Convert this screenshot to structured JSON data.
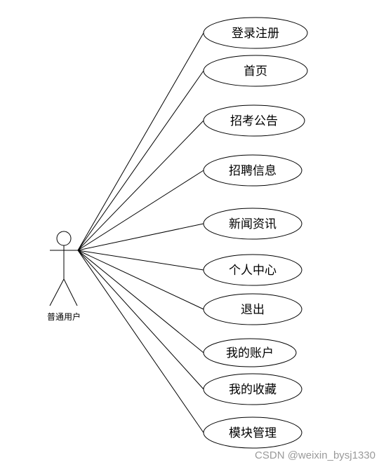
{
  "actor": {
    "label": "普通用户"
  },
  "use_cases": [
    {
      "id": "uc-login-register",
      "label": "登录注册"
    },
    {
      "id": "uc-home",
      "label": "首页"
    },
    {
      "id": "uc-recruit-notice",
      "label": "招考公告"
    },
    {
      "id": "uc-job-info",
      "label": "招聘信息"
    },
    {
      "id": "uc-news",
      "label": "新闻资讯"
    },
    {
      "id": "uc-personal-center",
      "label": "个人中心"
    },
    {
      "id": "uc-logout",
      "label": "退出"
    },
    {
      "id": "uc-my-account",
      "label": "我的账户"
    },
    {
      "id": "uc-my-favorites",
      "label": "我的收藏"
    },
    {
      "id": "uc-module-management",
      "label": "模块管理"
    }
  ],
  "watermark": "CSDN @weixin_bysj1330",
  "colors": {
    "stroke": "#000000",
    "background": "#ffffff",
    "watermark": "#9a9a9a"
  }
}
